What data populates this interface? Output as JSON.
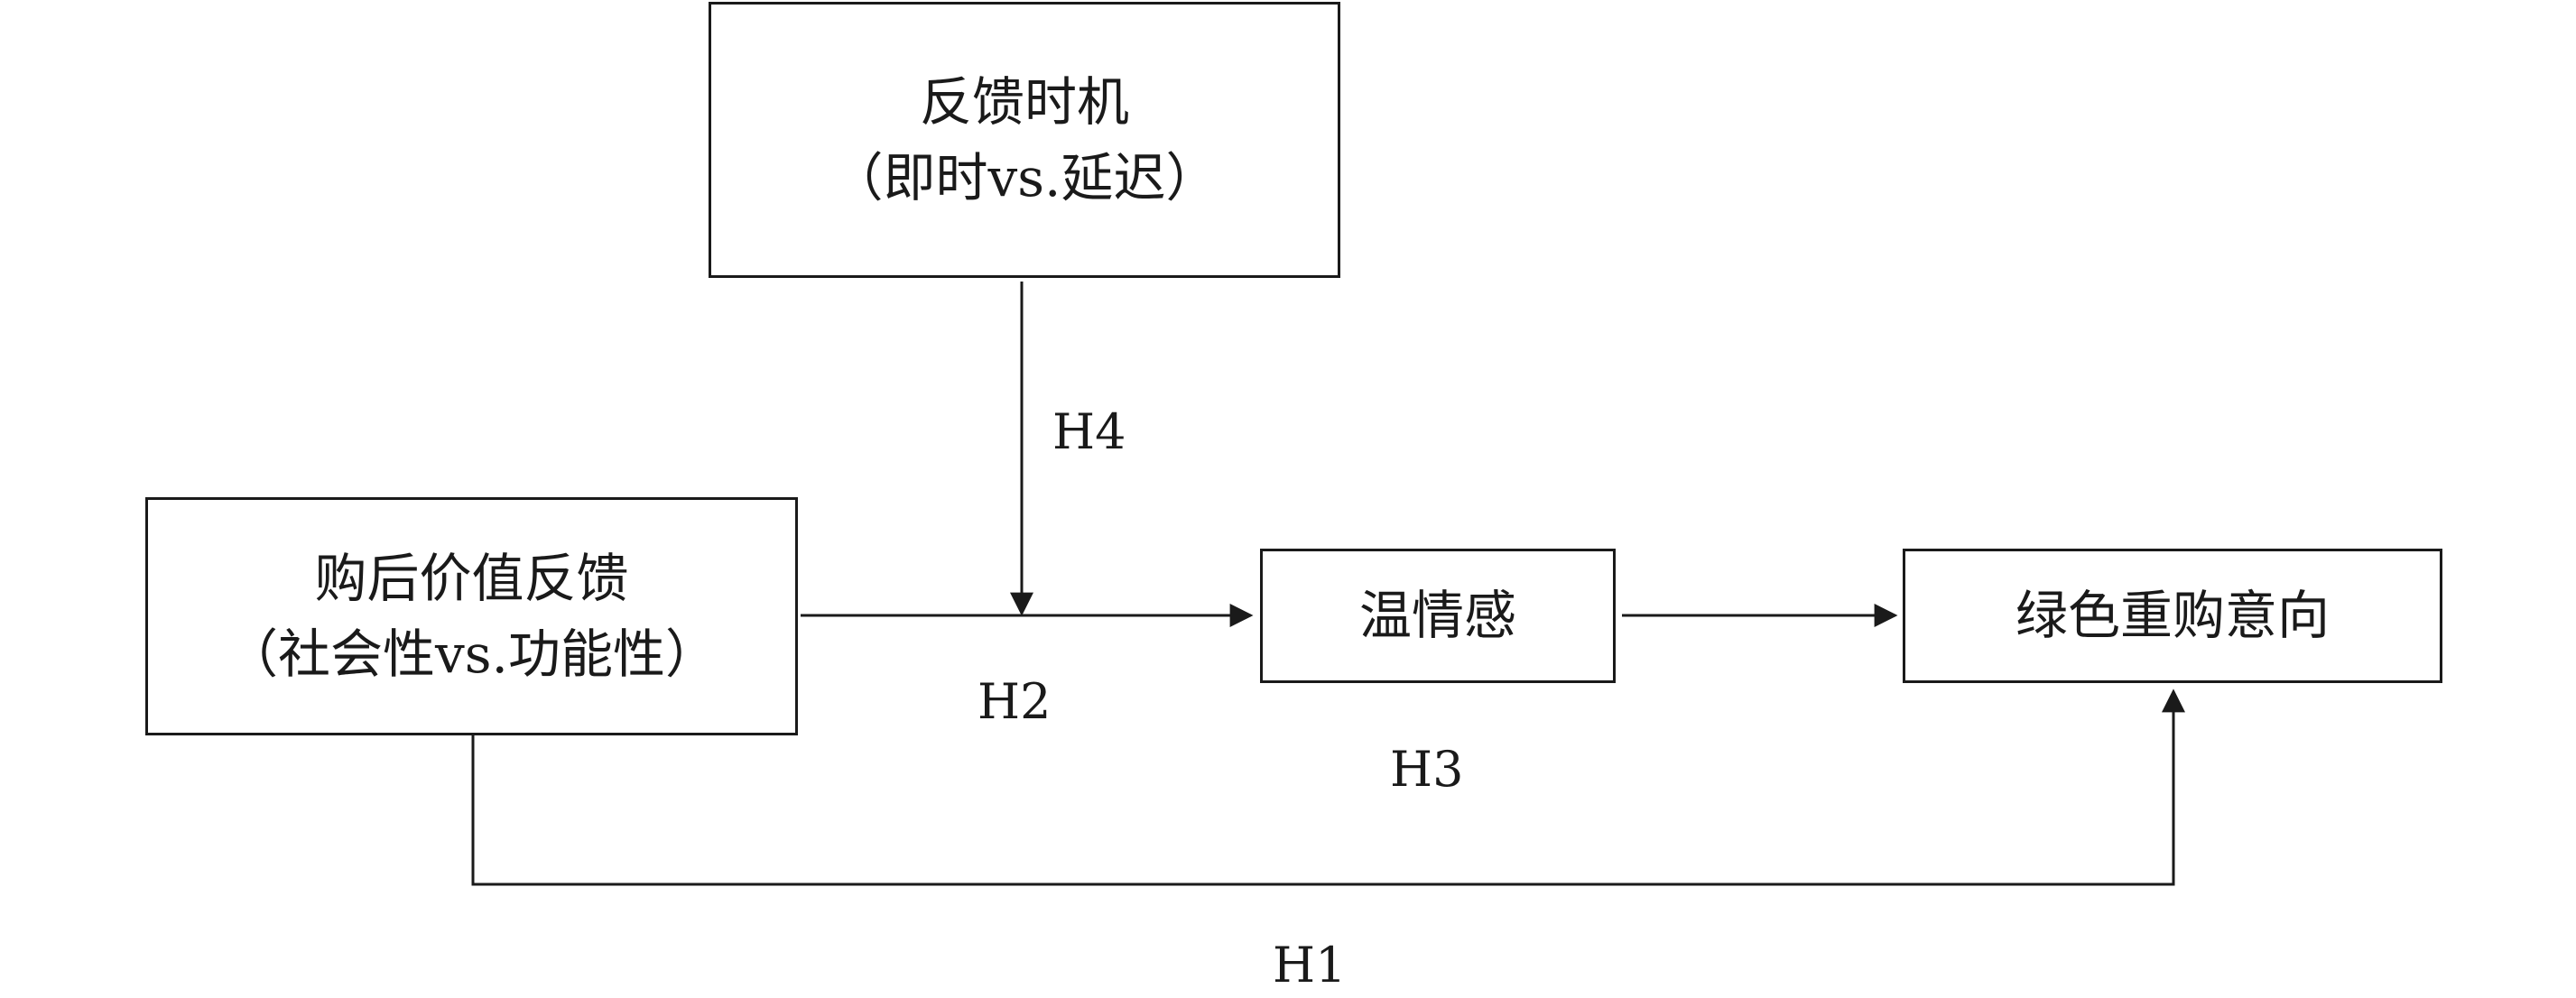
{
  "diagram": {
    "boxes": {
      "timing": {
        "line1": "反馈时机",
        "line2": "（即时vs.延迟）"
      },
      "feedback": {
        "line1": "购后价值反馈",
        "line2": "（社会性vs.功能性）"
      },
      "warmth": {
        "label": "温情感"
      },
      "intention": {
        "label": "绿色重购意向"
      }
    },
    "hypotheses": {
      "h1": "H1",
      "h2": "H2",
      "h3": "H3",
      "h4": "H4"
    }
  }
}
